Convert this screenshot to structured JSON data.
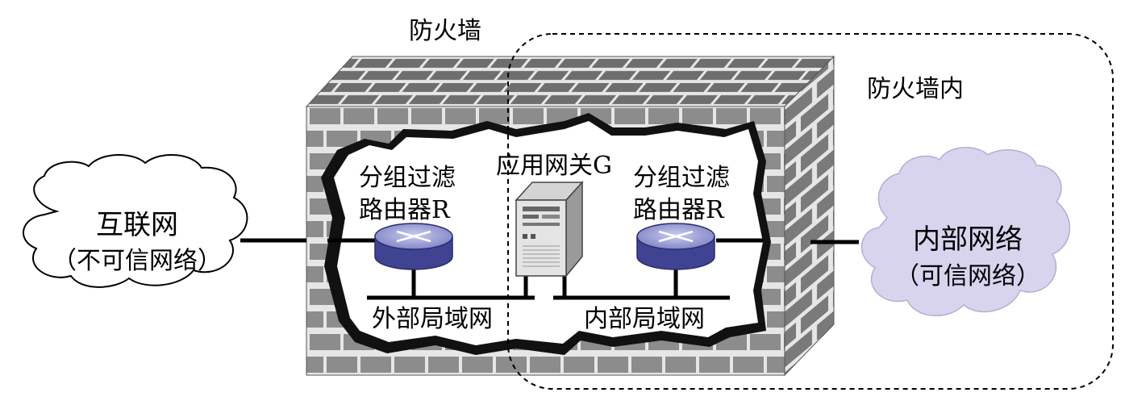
{
  "firewall": {
    "title": "防火墙",
    "inside_label": "防火墙内"
  },
  "internet": {
    "title": "互联网",
    "subtitle": "（不可信网络）"
  },
  "intranet": {
    "title": "内部网络",
    "subtitle": "（可信网络）"
  },
  "router_outer": {
    "line1": "分组过滤",
    "line2": "路由器R"
  },
  "router_inner": {
    "line1": "分组过滤",
    "line2": "路由器R"
  },
  "gateway": {
    "label": "应用网关G"
  },
  "lan_outer": {
    "label": "外部局域网"
  },
  "lan_inner": {
    "label": "内部局域网"
  },
  "colors": {
    "brick": "#8c8c8c",
    "mortar": "#e6e6e6",
    "trusted_cloud": "#d9d4ee",
    "router": "#5b5fa8"
  }
}
